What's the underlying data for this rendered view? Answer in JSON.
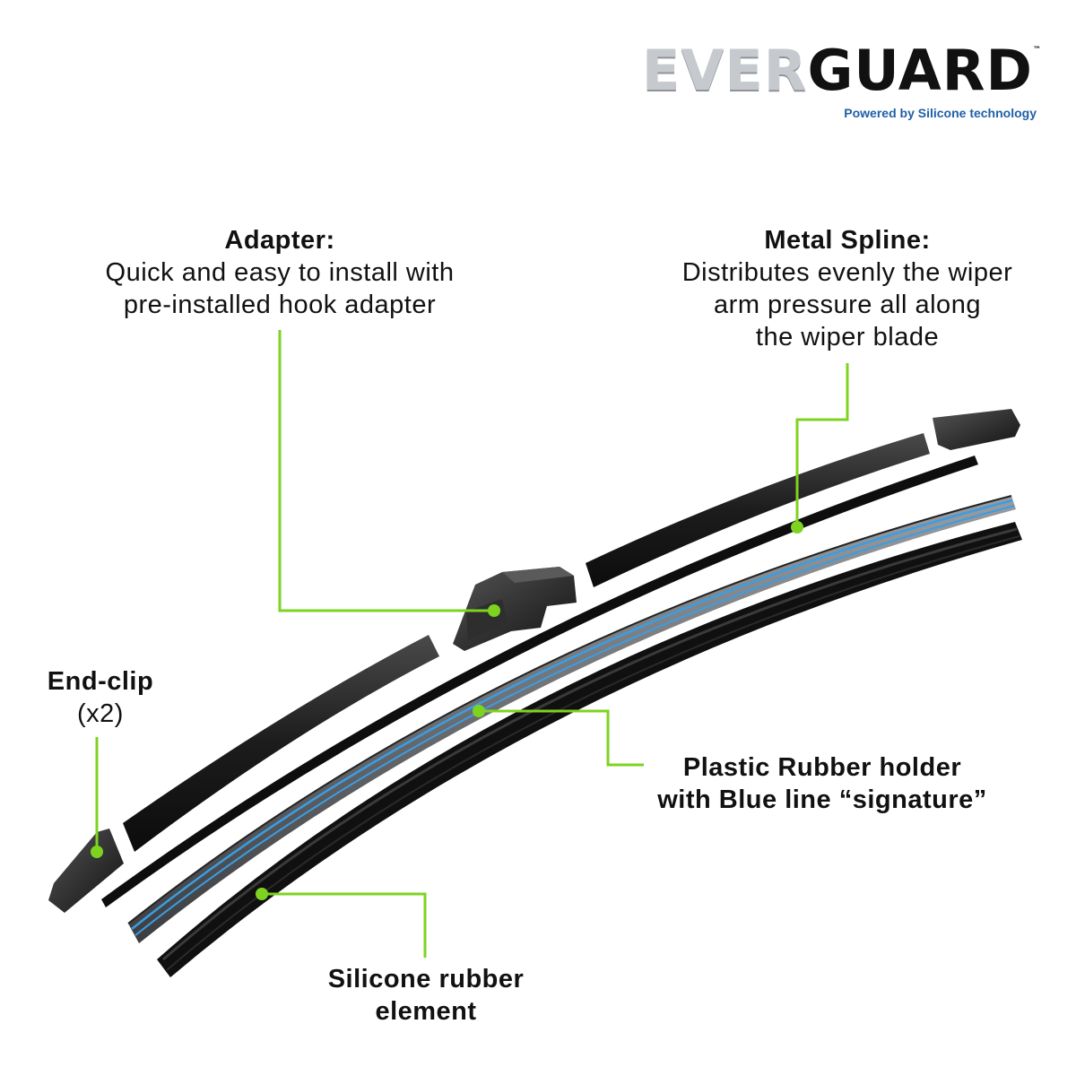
{
  "brand": {
    "name_part1": "EVER",
    "name_part2": "GUARD",
    "trademark": "™",
    "tagline": "Powered by Silicone technology"
  },
  "colors": {
    "callout_line": "#7ed321",
    "blue_signature": "#3a9ee4",
    "blade_black": "#1a1a1a",
    "holder_grey": "#6d7076",
    "tagline_blue": "#1f5fa8"
  },
  "callouts": {
    "adapter": {
      "title": "Adapter:",
      "desc": "Quick and easy to install with\npre-installed hook adapter"
    },
    "metal_spline": {
      "title": "Metal Spline:",
      "desc": "Distributes evenly the wiper\narm pressure all along\nthe wiper blade"
    },
    "end_clip": {
      "title": "End-clip",
      "desc": "(x2)"
    },
    "rubber_holder": {
      "text": "Plastic Rubber holder\nwith Blue line “signature”"
    },
    "silicone_element": {
      "text": "Silicone rubber\nelement"
    }
  }
}
